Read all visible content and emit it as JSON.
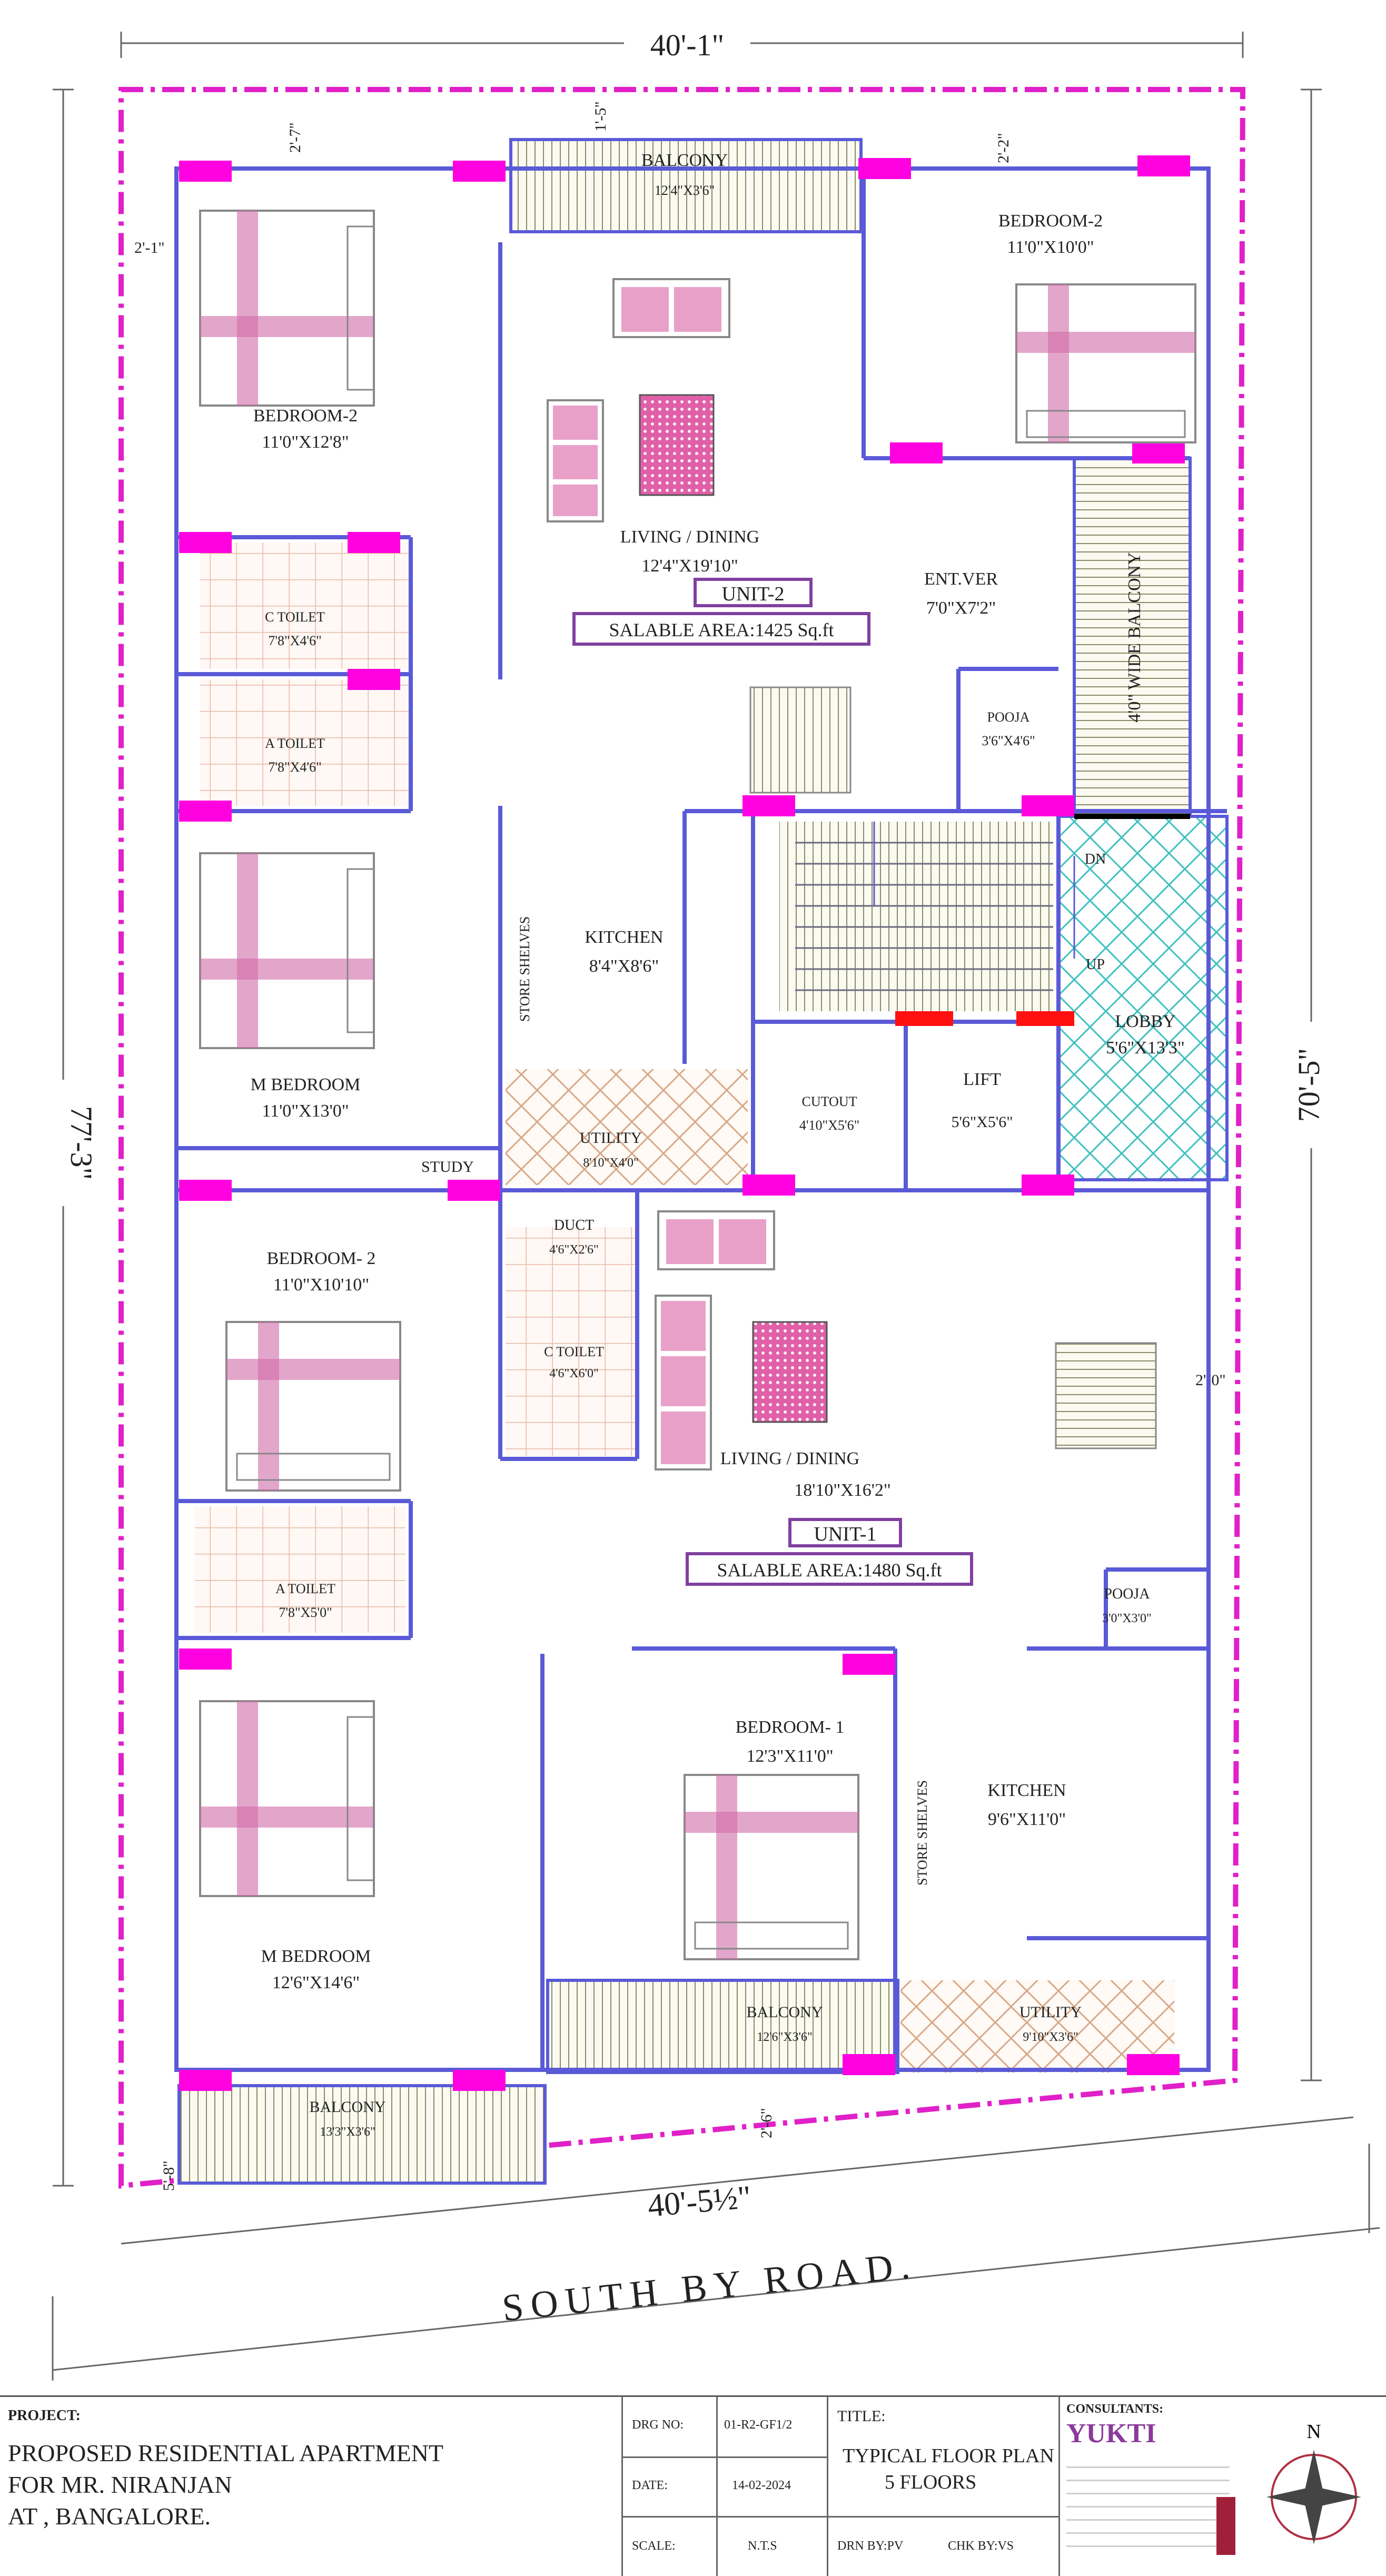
{
  "colors": {
    "boundary": "#e020c8",
    "wall": "#5a5ad8",
    "column": "#ff00e0",
    "lift_beam": "#ff1010",
    "furniture": "#d06aa8",
    "balcony_hatch": "#8a8a6a",
    "lobby": "#40c0c0",
    "unit_box": "#8040a0"
  },
  "dimensions": {
    "top": "40'-1\"",
    "bottom": "40'-5½\"",
    "left": "77'-3\"",
    "right": "70'-5\"",
    "d_2_7": "2'-7\"",
    "d_1_5": "1'-5\"",
    "d_2_2": "2'-2\"",
    "d_2_1": "2'-1\"",
    "d_2_0": "2'-0\"",
    "d_2_6": "2'-6\"",
    "d_5_8": "5'-8\""
  },
  "road": "SOUTH BY ROAD.",
  "unit2": {
    "balcony_top": {
      "name": "BALCONY",
      "size": "12'4\"X3'6\""
    },
    "bedroom2_left": {
      "name": "BEDROOM-2",
      "size": "11'0\"X12'8\""
    },
    "bedroom2_right": {
      "name": "BEDROOM-2",
      "size": "11'0\"X10'0\""
    },
    "living": {
      "name": "LIVING / DINING",
      "size": "12'4\"X19'10\""
    },
    "unit_label": "UNIT-2",
    "salable": "SALABLE AREA:1425 Sq.ft",
    "ent_ver": {
      "name": "ENT.VER",
      "size": "7'0\"X7'2\""
    },
    "wide_balcony": "4'0\" WIDE BALCONY",
    "c_toilet": {
      "name": "C TOILET",
      "size": "7'8\"X4'6\""
    },
    "a_toilet": {
      "name": "A TOILET",
      "size": "7'8\"X4'6\""
    },
    "pooja": {
      "name": "POOJA",
      "size": "3'6\"X4'6\""
    },
    "m_bedroom": {
      "name": "M BEDROOM",
      "size": "11'0\"X13'0\""
    },
    "study": "STUDY",
    "kitchen": {
      "name": "KITCHEN",
      "size": "8'4\"X8'6\""
    },
    "store": "STORE SHELVES",
    "utility": {
      "name": "UTILITY",
      "size": "8'10\"X4'0\""
    }
  },
  "core": {
    "dn": "DN",
    "up": "UP",
    "lobby": {
      "name": "LOBBY",
      "size": "5'6\"X13'3\""
    },
    "cutout": {
      "name": "CUTOUT",
      "size": "4'10\"X5'6\""
    },
    "lift": {
      "name": "LIFT",
      "size": "5'6\"X5'6\""
    },
    "duct": {
      "name": "DUCT",
      "size": "4'6\"X2'6\""
    }
  },
  "unit1": {
    "bedroom2": {
      "name": "BEDROOM- 2",
      "size": "11'0\"X10'10\""
    },
    "c_toilet": {
      "name": "C TOILET",
      "size": "4'6\"X6'0\""
    },
    "living": {
      "name": "LIVING / DINING",
      "size": "18'10\"X16'2\""
    },
    "unit_label": "UNIT-1",
    "salable": "SALABLE AREA:1480 Sq.ft",
    "a_toilet": {
      "name": "A TOILET",
      "size": "7'8\"X5'0\""
    },
    "pooja": {
      "name": "POOJA",
      "size": "3'0\"X3'0\""
    },
    "bedroom1": {
      "name": "BEDROOM- 1",
      "size": "12'3\"X11'0\""
    },
    "kitchen": {
      "name": "KITCHEN",
      "size": "9'6\"X11'0\""
    },
    "store": "STORE SHELVES",
    "m_bedroom": {
      "name": "M BEDROOM",
      "size": "12'6\"X14'6\""
    },
    "balcony_mid": {
      "name": "BALCONY",
      "size": "12'6\"X3'6\""
    },
    "utility": {
      "name": "UTILITY",
      "size": "9'10\"X3'6\""
    },
    "balcony_left": {
      "name": "BALCONY",
      "size": "13'3\"X3'6\""
    }
  },
  "titleblock": {
    "project_label": "PROJECT:",
    "project_lines": [
      "PROPOSED RESIDENTIAL APARTMENT",
      "FOR MR. NIRANJAN",
      "AT , BANGALORE."
    ],
    "drg_no_label": "DRG NO:",
    "drg_no": "01-R2-GF1/2",
    "date_label": "DATE:",
    "date": "14-02-2024",
    "scale_label": "SCALE:",
    "scale": "N.T.S",
    "title_label": "TITLE:",
    "title_lines": [
      "TYPICAL  FLOOR PLAN",
      "5 FLOORS"
    ],
    "drn_by": "DRN BY:PV",
    "chk_by": "CHK BY:VS",
    "consultants_label": "CONSULTANTS:",
    "firm": "YUKTI",
    "north": "N"
  }
}
